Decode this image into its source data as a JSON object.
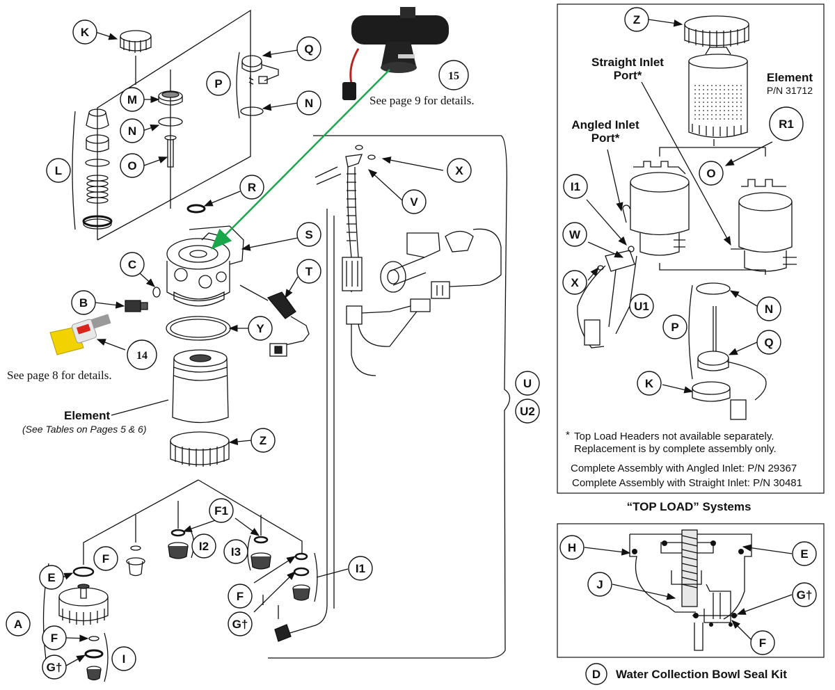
{
  "main_diagram": {
    "callouts": {
      "K": "K",
      "M": "M",
      "N_top": "N",
      "O": "O",
      "L": "L",
      "P": "P",
      "Q": "Q",
      "N_p": "N",
      "R": "R",
      "S": "S",
      "C": "C",
      "B": "B",
      "T": "T",
      "Y": "Y",
      "X": "X",
      "V": "V",
      "Z": "Z",
      "F1": "F1",
      "F_a": "F",
      "I2": "I2",
      "I3": "I3",
      "I1": "I1",
      "F_b": "F",
      "G_b": "G†",
      "E": "E",
      "A": "A",
      "F_c": "F",
      "G_c": "G†",
      "I": "I",
      "U": "U",
      "U2": "U2",
      "ref14": "14",
      "ref15": "15"
    },
    "see_page_9": "See page 9 for details.",
    "see_page_8": "See page 8 for details.",
    "element_label": "Element",
    "element_note": "(See Tables on Pages 5 & 6)"
  },
  "top_load": {
    "callouts": {
      "Z": "Z",
      "R1": "R1",
      "O": "O",
      "I1": "I1",
      "W": "W",
      "X": "X",
      "U1": "U1",
      "N": "N",
      "P": "P",
      "Q": "Q",
      "K": "K"
    },
    "straight_inlet": [
      "Straight Inlet",
      "Port*"
    ],
    "angled_inlet": [
      "Angled Inlet",
      "Port*"
    ],
    "element_title": "Element",
    "element_pn": "P/N 31712",
    "footnote_1": "Top Load Headers not available separately.",
    "footnote_2": "Replacement is by complete assembly only.",
    "footnote_star": "*",
    "assembly_angled": "Complete Assembly with Angled Inlet:   P/N 29367",
    "assembly_straight": "Complete Assembly with Straight Inlet:  P/N 30481",
    "caption": "“TOP LOAD” Systems"
  },
  "seal_kit": {
    "callouts": {
      "H": "H",
      "E": "E",
      "J": "J",
      "G": "G†",
      "F": "F",
      "D": "D"
    },
    "caption": "Water Collection Bowl Seal Kit"
  },
  "colors": {
    "arrow_green": "#1aa64a",
    "ink": "#111111",
    "yellow": "#f2d200",
    "red": "#d9241c"
  }
}
